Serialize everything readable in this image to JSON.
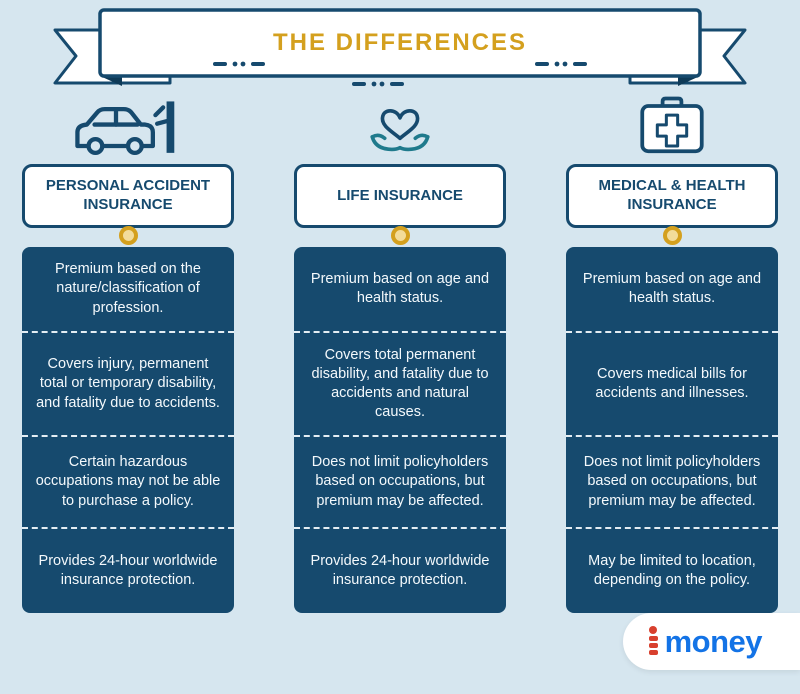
{
  "banner": {
    "title": "THE DIFFERENCES"
  },
  "columns": [
    {
      "icon": "car-crash-icon",
      "header": "PERSONAL ACCIDENT INSURANCE",
      "items": [
        "Premium based on the nature/classification of profession.",
        "Covers injury, permanent total or temporary disability, and fatality due to accidents.",
        "Certain hazardous occupations may not be able to purchase a policy.",
        "Provides 24-hour worldwide insurance protection."
      ]
    },
    {
      "icon": "heart-in-hands-icon",
      "header": "LIFE INSURANCE",
      "items": [
        "Premium based on age and health status.",
        "Covers total permanent disability, and fatality due to accidents and natural causes.",
        "Does not limit policyholders based on occupations, but premium may be affected.",
        "Provides 24-hour worldwide insurance protection."
      ]
    },
    {
      "icon": "first-aid-kit-icon",
      "header": "MEDICAL & HEALTH INSURANCE",
      "items": [
        "Premium based on age and health status.",
        "Covers medical bills for accidents and illnesses.",
        "Does not limit policyholders based on occupations, but premium may be affected.",
        "May be limited to location, depending on the policy."
      ]
    }
  ],
  "logo": {
    "text": "money"
  },
  "colors": {
    "background": "#d6e6ef",
    "navy": "#164a6e",
    "gold": "#d4a01e",
    "logo_blue": "#1373e6",
    "logo_red": "#d8402e"
  }
}
